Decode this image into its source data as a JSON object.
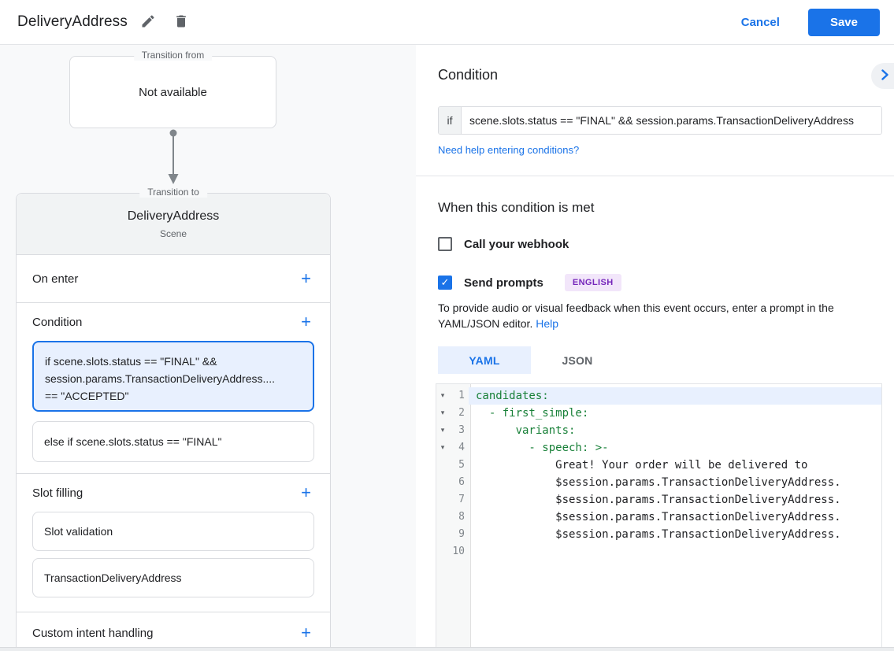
{
  "header": {
    "title": "DeliveryAddress",
    "cancel_label": "Cancel",
    "save_label": "Save"
  },
  "diagram": {
    "transition_from": {
      "legend": "Transition from",
      "value": "Not available"
    },
    "transition_to": {
      "legend": "Transition to",
      "name": "DeliveryAddress",
      "type": "Scene"
    },
    "on_enter_label": "On enter",
    "condition_label": "Condition",
    "condition_active_lines": [
      "if scene.slots.status == \"FINAL\" &&",
      "session.params.TransactionDeliveryAddress....",
      "== \"ACCEPTED\""
    ],
    "condition_else": "else if scene.slots.status == \"FINAL\"",
    "slot_filling_label": "Slot filling",
    "slot_cards": [
      "Slot validation",
      "TransactionDeliveryAddress"
    ],
    "custom_intent_label": "Custom intent handling"
  },
  "condition_panel": {
    "title": "Condition",
    "if_label": "if",
    "if_value": "scene.slots.status == \"FINAL\" && session.params.TransactionDeliveryAddress",
    "help_link": "Need help entering conditions?",
    "when_met_title": "When this condition is met",
    "webhook_label": "Call your webhook",
    "prompts_label": "Send prompts",
    "language_badge": "ENGLISH",
    "description": "To provide audio or visual feedback when this event occurs, enter a prompt in the YAML/JSON editor.",
    "description_help_link": "Help",
    "tabs": {
      "yaml": "YAML",
      "json": "JSON"
    }
  },
  "editor": {
    "fold_glyph": "▾",
    "lines": [
      {
        "num": "1",
        "fold": true,
        "active": true,
        "tone": "key",
        "text": "candidates:"
      },
      {
        "num": "2",
        "fold": true,
        "active": false,
        "tone": "key",
        "text": "  - first_simple:"
      },
      {
        "num": "3",
        "fold": true,
        "active": false,
        "tone": "key",
        "text": "      variants:"
      },
      {
        "num": "4",
        "fold": true,
        "active": false,
        "tone": "key",
        "text": "        - speech: >-"
      },
      {
        "num": "5",
        "fold": false,
        "active": false,
        "tone": "plain",
        "text": "            Great! Your order will be delivered to"
      },
      {
        "num": "6",
        "fold": false,
        "active": false,
        "tone": "plain",
        "text": "            $session.params.TransactionDeliveryAddress."
      },
      {
        "num": "7",
        "fold": false,
        "active": false,
        "tone": "plain",
        "text": "            $session.params.TransactionDeliveryAddress."
      },
      {
        "num": "8",
        "fold": false,
        "active": false,
        "tone": "plain",
        "text": "            $session.params.TransactionDeliveryAddress."
      },
      {
        "num": "9",
        "fold": false,
        "active": false,
        "tone": "plain",
        "text": "            $session.params.TransactionDeliveryAddress."
      },
      {
        "num": "10",
        "fold": false,
        "active": false,
        "tone": "plain",
        "text": ""
      }
    ]
  },
  "icons": {
    "plus": "+",
    "check": "✓"
  },
  "colors": {
    "accent_blue": "#1a73e8",
    "key_green": "#188038",
    "highlight_blue": "#e8f0fe",
    "badge_purple": "#7627bb"
  }
}
